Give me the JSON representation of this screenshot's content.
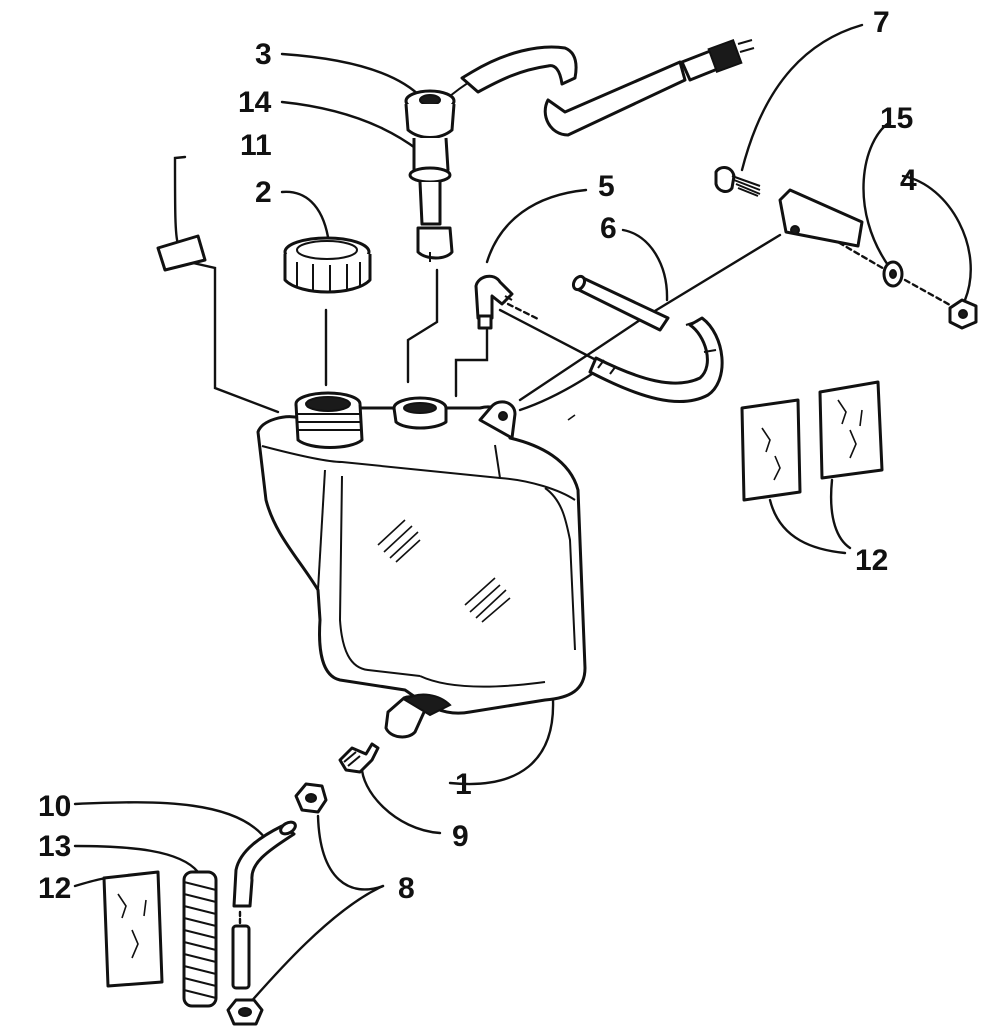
{
  "diagram": {
    "callouts": [
      {
        "id": "c1",
        "label": "1"
      },
      {
        "id": "c2",
        "label": "2"
      },
      {
        "id": "c3",
        "label": "3"
      },
      {
        "id": "c4",
        "label": "4"
      },
      {
        "id": "c5",
        "label": "5"
      },
      {
        "id": "c6",
        "label": "6"
      },
      {
        "id": "c7",
        "label": "7"
      },
      {
        "id": "c8",
        "label": "8"
      },
      {
        "id": "c9",
        "label": "9"
      },
      {
        "id": "c10",
        "label": "10"
      },
      {
        "id": "c11",
        "label": "11"
      },
      {
        "id": "c12a",
        "label": "12"
      },
      {
        "id": "c12b",
        "label": "12"
      },
      {
        "id": "c13",
        "label": "13"
      },
      {
        "id": "c14",
        "label": "14"
      },
      {
        "id": "c15",
        "label": "15"
      }
    ]
  }
}
